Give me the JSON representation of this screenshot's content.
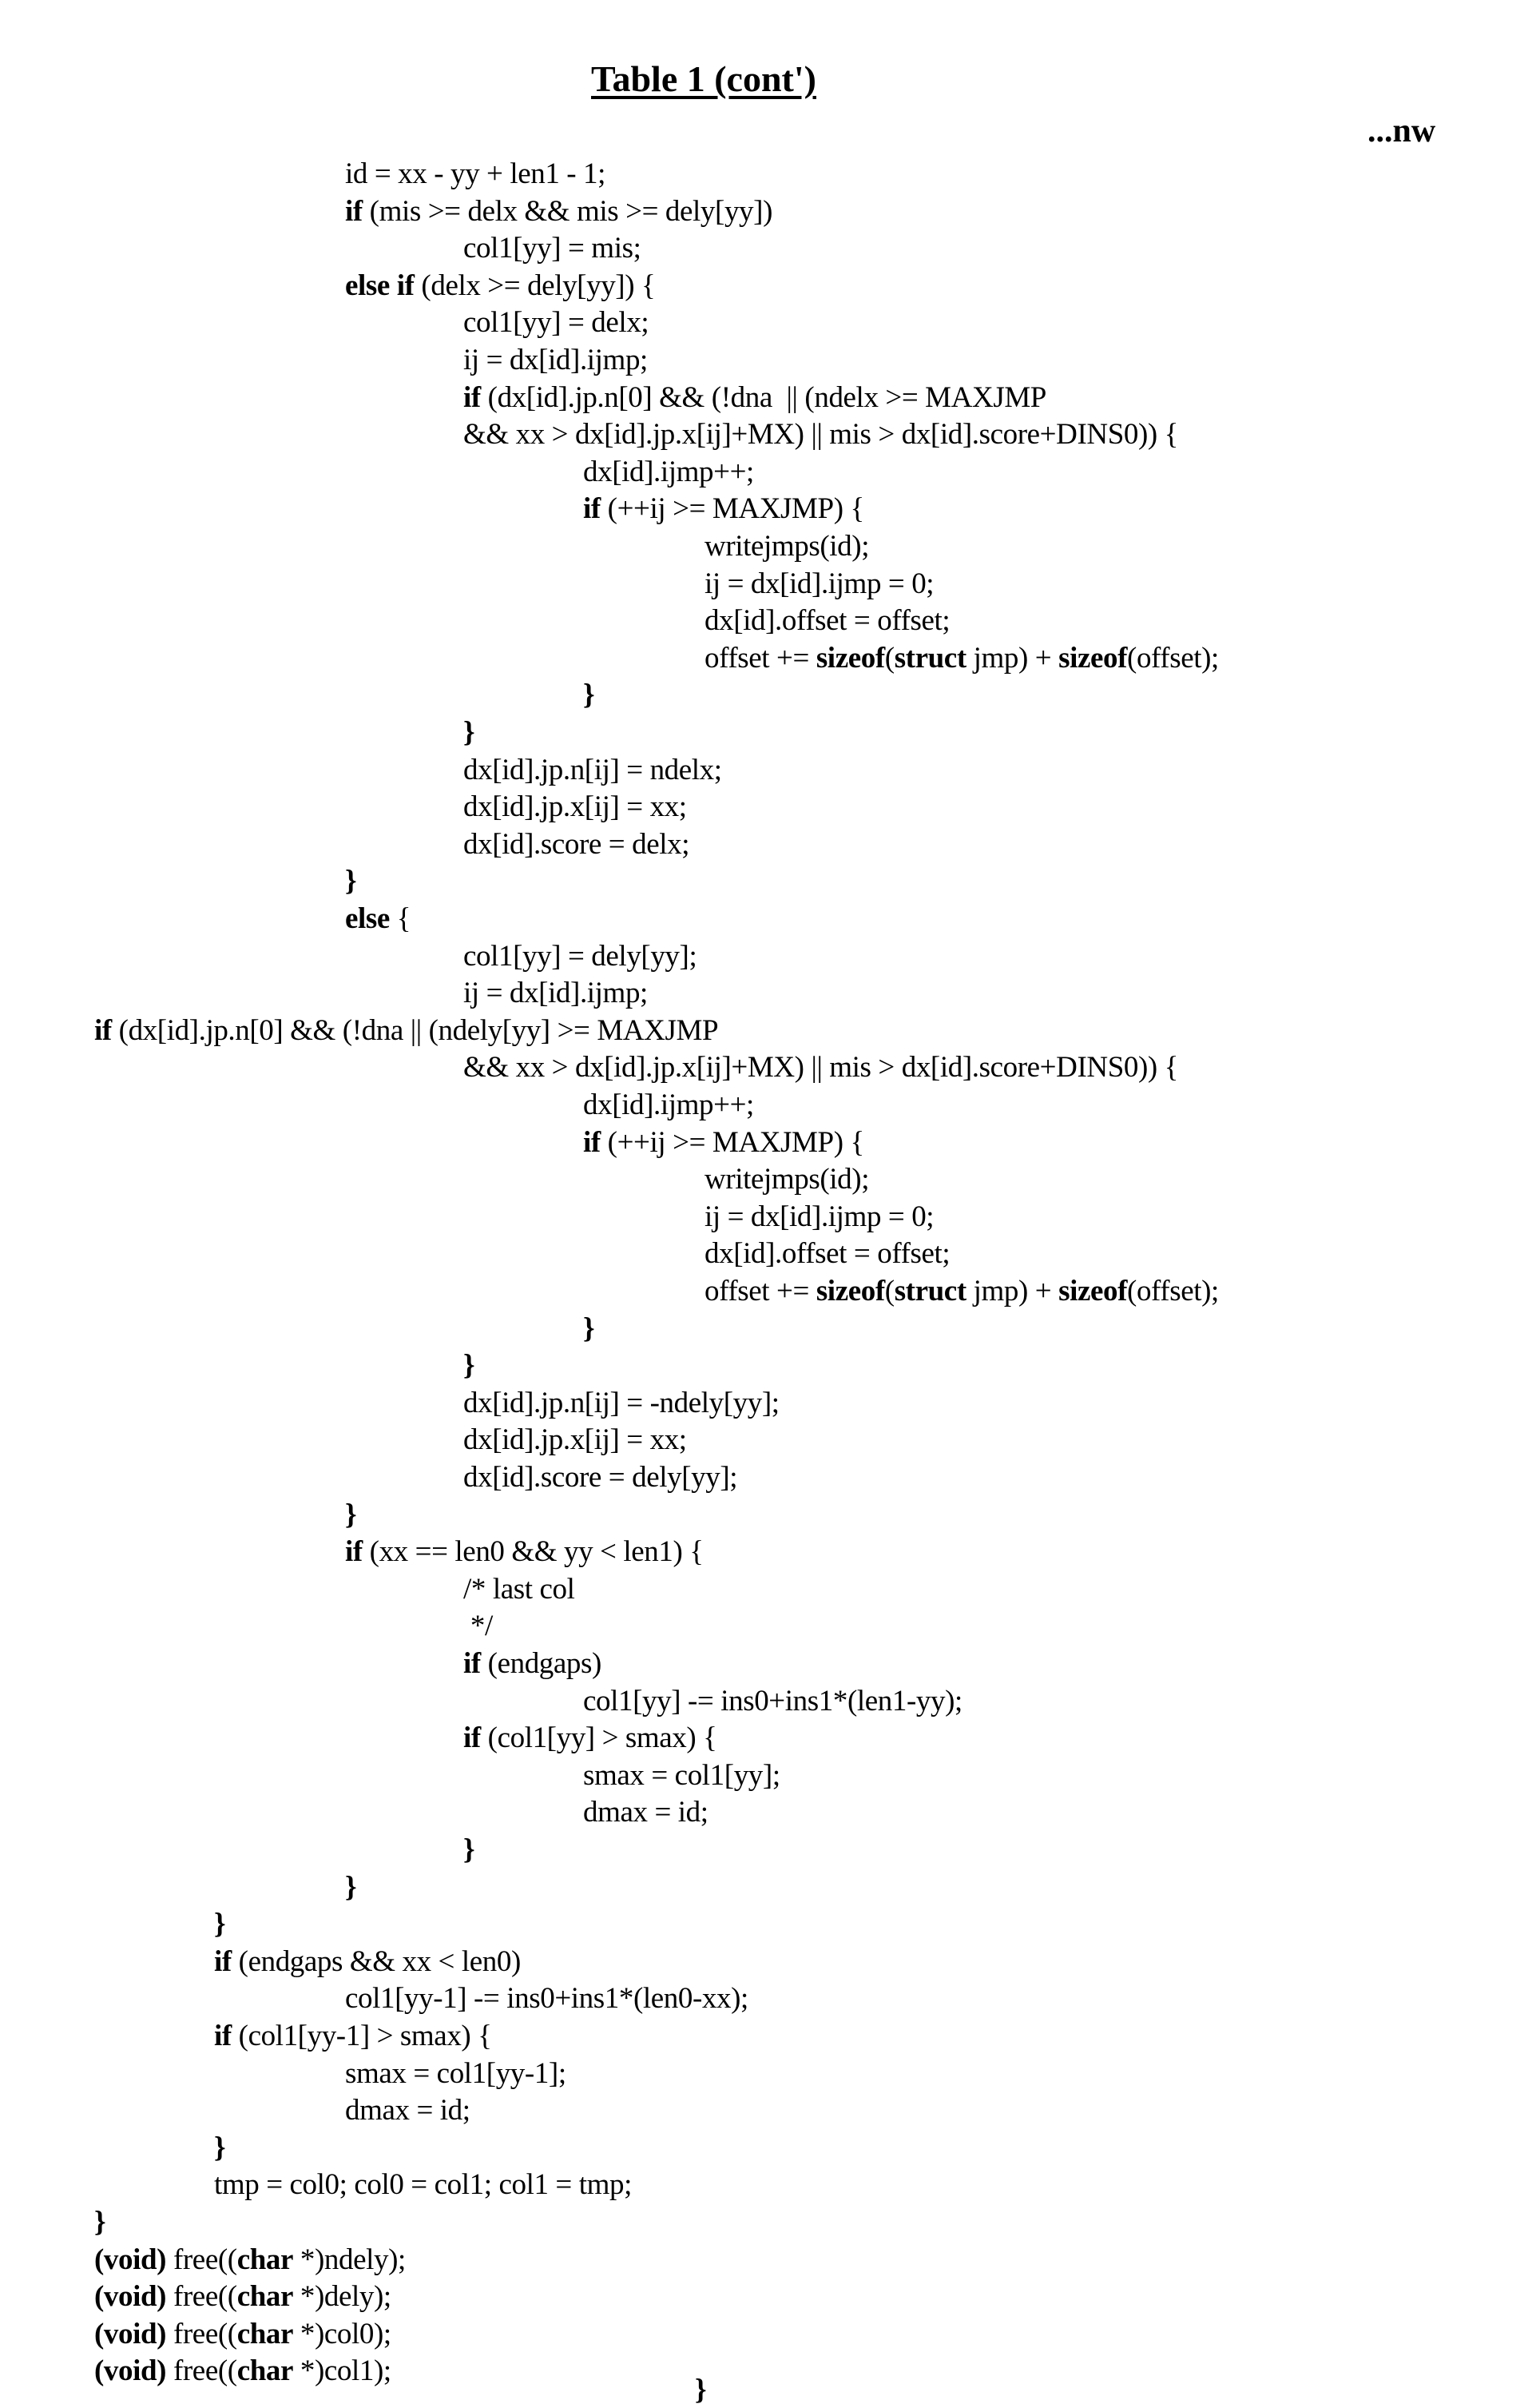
{
  "header": {
    "title": "Table 1 (cont')",
    "continuation_marker": "...nw"
  },
  "code_lines": [
    {
      "indent": 0,
      "segments": [
        {
          "t": "id = xx - yy + len1 - 1;"
        }
      ]
    },
    {
      "indent": 0,
      "segments": [
        {
          "t": "if",
          "b": true
        },
        {
          "t": " (mis >= delx && mis >= dely[yy])"
        }
      ]
    },
    {
      "indent": 1,
      "segments": [
        {
          "t": "col1[yy] = mis;"
        }
      ]
    },
    {
      "indent": 0,
      "segments": [
        {
          "t": "else if",
          "b": true
        },
        {
          "t": " (delx >= dely[yy]) {"
        }
      ]
    },
    {
      "indent": 1,
      "segments": [
        {
          "t": "col1[yy] = delx;"
        }
      ]
    },
    {
      "indent": 1,
      "segments": [
        {
          "t": "ij = dx[id].ijmp;"
        }
      ]
    },
    {
      "indent": 1,
      "segments": [
        {
          "t": "if",
          "b": true
        },
        {
          "t": " (dx[id].jp.n[0] && (!dna  || (ndelx >= MAXJMP"
        }
      ]
    },
    {
      "indent": 1,
      "segments": [
        {
          "t": "&& xx > dx[id].jp.x[ij]+MX) || mis > dx[id].score+DINS0)) {"
        }
      ]
    },
    {
      "indent": 2,
      "segments": [
        {
          "t": "dx[id].ijmp++;"
        }
      ]
    },
    {
      "indent": 2,
      "segments": [
        {
          "t": "if",
          "b": true
        },
        {
          "t": " (++ij >= MAXJMP) {"
        }
      ]
    },
    {
      "indent": 3,
      "segments": [
        {
          "t": "writejmps(id);"
        }
      ]
    },
    {
      "indent": 3,
      "segments": [
        {
          "t": "ij = dx[id].ijmp = 0;"
        }
      ]
    },
    {
      "indent": 3,
      "segments": [
        {
          "t": "dx[id].offset = offset;"
        }
      ]
    },
    {
      "indent": 3,
      "segments": [
        {
          "t": "offset += "
        },
        {
          "t": "sizeof",
          "b": true
        },
        {
          "t": "("
        },
        {
          "t": "struct",
          "b": true
        },
        {
          "t": " jmp) + "
        },
        {
          "t": "sizeof",
          "b": true
        },
        {
          "t": "(offset);"
        }
      ]
    },
    {
      "indent": 2,
      "segments": [
        {
          "t": "}",
          "b": true
        }
      ]
    },
    {
      "indent": 1,
      "segments": [
        {
          "t": "}",
          "b": true
        }
      ]
    },
    {
      "indent": 1,
      "segments": [
        {
          "t": "dx[id].jp.n[ij] = ndelx;"
        }
      ]
    },
    {
      "indent": 1,
      "segments": [
        {
          "t": "dx[id].jp.x[ij] = xx;"
        }
      ]
    },
    {
      "indent": 1,
      "segments": [
        {
          "t": "dx[id].score = delx;"
        }
      ]
    },
    {
      "indent": 0,
      "segments": [
        {
          "t": "}",
          "b": true
        }
      ]
    },
    {
      "indent": 0,
      "segments": [
        {
          "t": "else",
          "b": true
        },
        {
          "t": " {"
        }
      ]
    },
    {
      "indent": 1,
      "segments": [
        {
          "t": "col1[yy] = dely[yy];"
        }
      ]
    },
    {
      "indent": 1,
      "segments": [
        {
          "t": "ij = dx[id].ijmp;"
        }
      ]
    },
    {
      "indent": -2,
      "segments": [
        {
          "t": "if",
          "b": true
        },
        {
          "t": " (dx[id].jp.n[0] && (!dna || (ndely[yy] >= MAXJMP"
        }
      ]
    },
    {
      "indent": 1,
      "segments": [
        {
          "t": "&& xx > dx[id].jp.x[ij]+MX) || mis > dx[id].score+DINS0)) {"
        }
      ]
    },
    {
      "indent": 2,
      "segments": [
        {
          "t": "dx[id].ijmp++;"
        }
      ]
    },
    {
      "indent": 2,
      "segments": [
        {
          "t": "if",
          "b": true
        },
        {
          "t": " (++ij >= MAXJMP) {"
        }
      ]
    },
    {
      "indent": 3,
      "segments": [
        {
          "t": "writejmps(id);"
        }
      ]
    },
    {
      "indent": 3,
      "segments": [
        {
          "t": "ij = dx[id].ijmp = 0;"
        }
      ]
    },
    {
      "indent": 3,
      "segments": [
        {
          "t": "dx[id].offset = offset;"
        }
      ]
    },
    {
      "indent": 3,
      "segments": [
        {
          "t": "offset += "
        },
        {
          "t": "sizeof",
          "b": true
        },
        {
          "t": "("
        },
        {
          "t": "struct",
          "b": true
        },
        {
          "t": " jmp) + "
        },
        {
          "t": "sizeof",
          "b": true
        },
        {
          "t": "(offset);"
        }
      ]
    },
    {
      "indent": 2,
      "segments": [
        {
          "t": "}",
          "b": true
        }
      ]
    },
    {
      "indent": 1,
      "segments": [
        {
          "t": "}",
          "b": true
        }
      ]
    },
    {
      "indent": 1,
      "segments": [
        {
          "t": "dx[id].jp.n[ij] = -ndely[yy];"
        }
      ]
    },
    {
      "indent": 1,
      "segments": [
        {
          "t": "dx[id].jp.x[ij] = xx;"
        }
      ]
    },
    {
      "indent": 1,
      "segments": [
        {
          "t": "dx[id].score = dely[yy];"
        }
      ]
    },
    {
      "indent": 0,
      "segments": [
        {
          "t": "}",
          "b": true
        }
      ]
    },
    {
      "indent": 0,
      "segments": [
        {
          "t": "if",
          "b": true
        },
        {
          "t": " (xx == len0 && yy < len1) {"
        }
      ]
    },
    {
      "indent": 1,
      "segments": [
        {
          "t": "/* last col"
        }
      ]
    },
    {
      "indent": 1,
      "segments": [
        {
          "t": " */"
        }
      ]
    },
    {
      "indent": 1,
      "segments": [
        {
          "t": "if",
          "b": true
        },
        {
          "t": " (endgaps)"
        }
      ]
    },
    {
      "indent": 2,
      "segments": [
        {
          "t": "col1[yy] -= ins0+ins1*(len1-yy);"
        }
      ]
    },
    {
      "indent": 1,
      "segments": [
        {
          "t": "if",
          "b": true
        },
        {
          "t": " (col1[yy] > smax) {"
        }
      ]
    },
    {
      "indent": 2,
      "segments": [
        {
          "t": "smax = col1[yy];"
        }
      ]
    },
    {
      "indent": 2,
      "segments": [
        {
          "t": "dmax = id;"
        }
      ]
    },
    {
      "indent": 1,
      "segments": [
        {
          "t": "}",
          "b": true
        }
      ]
    },
    {
      "indent": 0,
      "segments": [
        {
          "t": "}",
          "b": true
        }
      ]
    },
    {
      "indent": -1,
      "segments": [
        {
          "t": "}",
          "b": true
        }
      ]
    },
    {
      "indent": -1,
      "segments": [
        {
          "t": "if",
          "b": true
        },
        {
          "t": " (endgaps && xx < len0)"
        }
      ]
    },
    {
      "indent": 0,
      "segments": [
        {
          "t": "col1[yy-1] -= ins0+ins1*(len0-xx);"
        }
      ]
    },
    {
      "indent": -1,
      "segments": [
        {
          "t": "if",
          "b": true
        },
        {
          "t": " (col1[yy-1] > smax) {"
        }
      ]
    },
    {
      "indent": 0,
      "segments": [
        {
          "t": "smax = col1[yy-1];"
        }
      ]
    },
    {
      "indent": 0,
      "segments": [
        {
          "t": "dmax = id;"
        }
      ]
    },
    {
      "indent": -1,
      "segments": [
        {
          "t": "}",
          "b": true
        }
      ]
    },
    {
      "indent": -1,
      "segments": [
        {
          "t": "tmp = col0; col0 = col1; col1 = tmp;"
        }
      ]
    },
    {
      "indent": -2,
      "segments": [
        {
          "t": "}",
          "b": true
        }
      ]
    },
    {
      "indent": -2,
      "segments": [
        {
          "t": "(void)",
          "b": true,
          "wrapParen": true
        },
        {
          "t": " free(("
        },
        {
          "t": "char",
          "b": true
        },
        {
          "t": " *)ndely);"
        }
      ]
    },
    {
      "indent": -2,
      "segments": [
        {
          "t": "(void)",
          "b": true
        },
        {
          "t": " free(("
        },
        {
          "t": "char",
          "b": true
        },
        {
          "t": " *)dely);"
        }
      ]
    },
    {
      "indent": -2,
      "segments": [
        {
          "t": "(void)",
          "b": true
        },
        {
          "t": " free(("
        },
        {
          "t": "char",
          "b": true
        },
        {
          "t": " *)col0);"
        }
      ]
    },
    {
      "indent": -2,
      "segments": [
        {
          "t": "(void)",
          "b": true
        },
        {
          "t": " free(("
        },
        {
          "t": "char",
          "b": true
        },
        {
          "t": " *)col1);"
        }
      ]
    }
  ],
  "stray_brace": "}"
}
